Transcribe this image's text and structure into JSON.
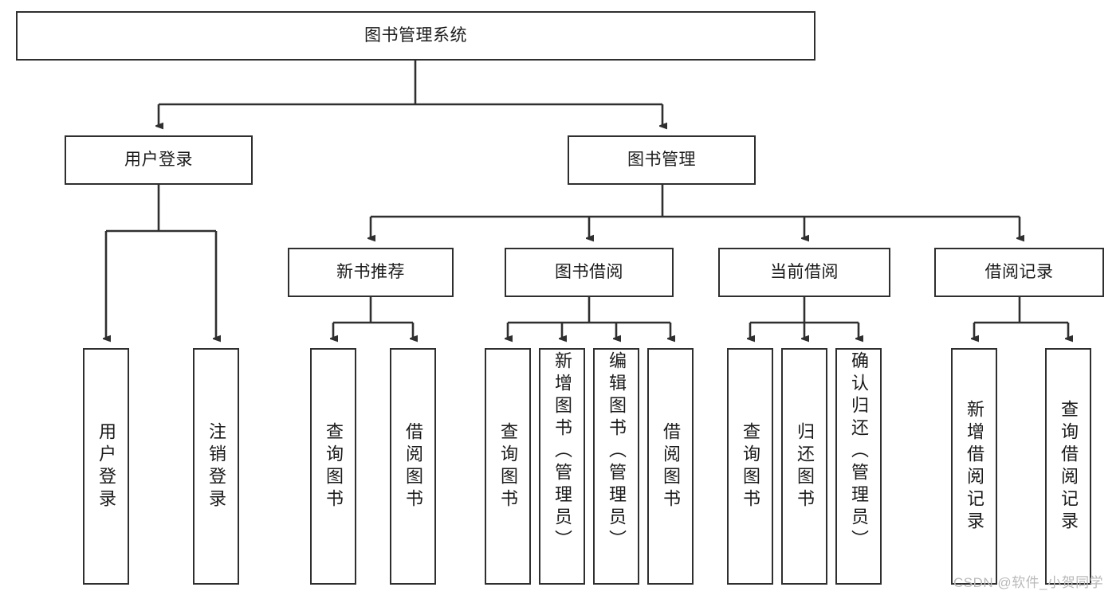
{
  "diagram": {
    "title": "图书管理系统",
    "type": "tree-hierarchy",
    "root": {
      "label": "图书管理系统"
    },
    "level1": [
      {
        "label": "用户登录"
      },
      {
        "label": "图书管理"
      }
    ],
    "level2": [
      {
        "label": "新书推荐"
      },
      {
        "label": "图书借阅"
      },
      {
        "label": "当前借阅"
      },
      {
        "label": "借阅记录"
      }
    ],
    "leaves": {
      "user_login": [
        {
          "label": "用户登录"
        },
        {
          "label": "注销登录"
        }
      ],
      "new_book_recommend": [
        {
          "label": "查询图书"
        },
        {
          "label": "借阅图书"
        }
      ],
      "book_borrow": [
        {
          "label": "查询图书"
        },
        {
          "label": "新增图书（管理员）"
        },
        {
          "label": "编辑图书（管理员）"
        },
        {
          "label": "借阅图书"
        }
      ],
      "current_borrow": [
        {
          "label": "查询图书"
        },
        {
          "label": "归还图书"
        },
        {
          "label": "确认归还（管理员）"
        }
      ],
      "borrow_record": [
        {
          "label": "新增借阅记录"
        },
        {
          "label": "查询借阅记录"
        }
      ]
    }
  },
  "watermark": {
    "text": "CSDN @软件_小贺同学"
  },
  "colors": {
    "stroke": "#2f2f2f",
    "background": "#ffffff",
    "text": "#1a1a1a",
    "watermark": "#b9b9b9"
  }
}
